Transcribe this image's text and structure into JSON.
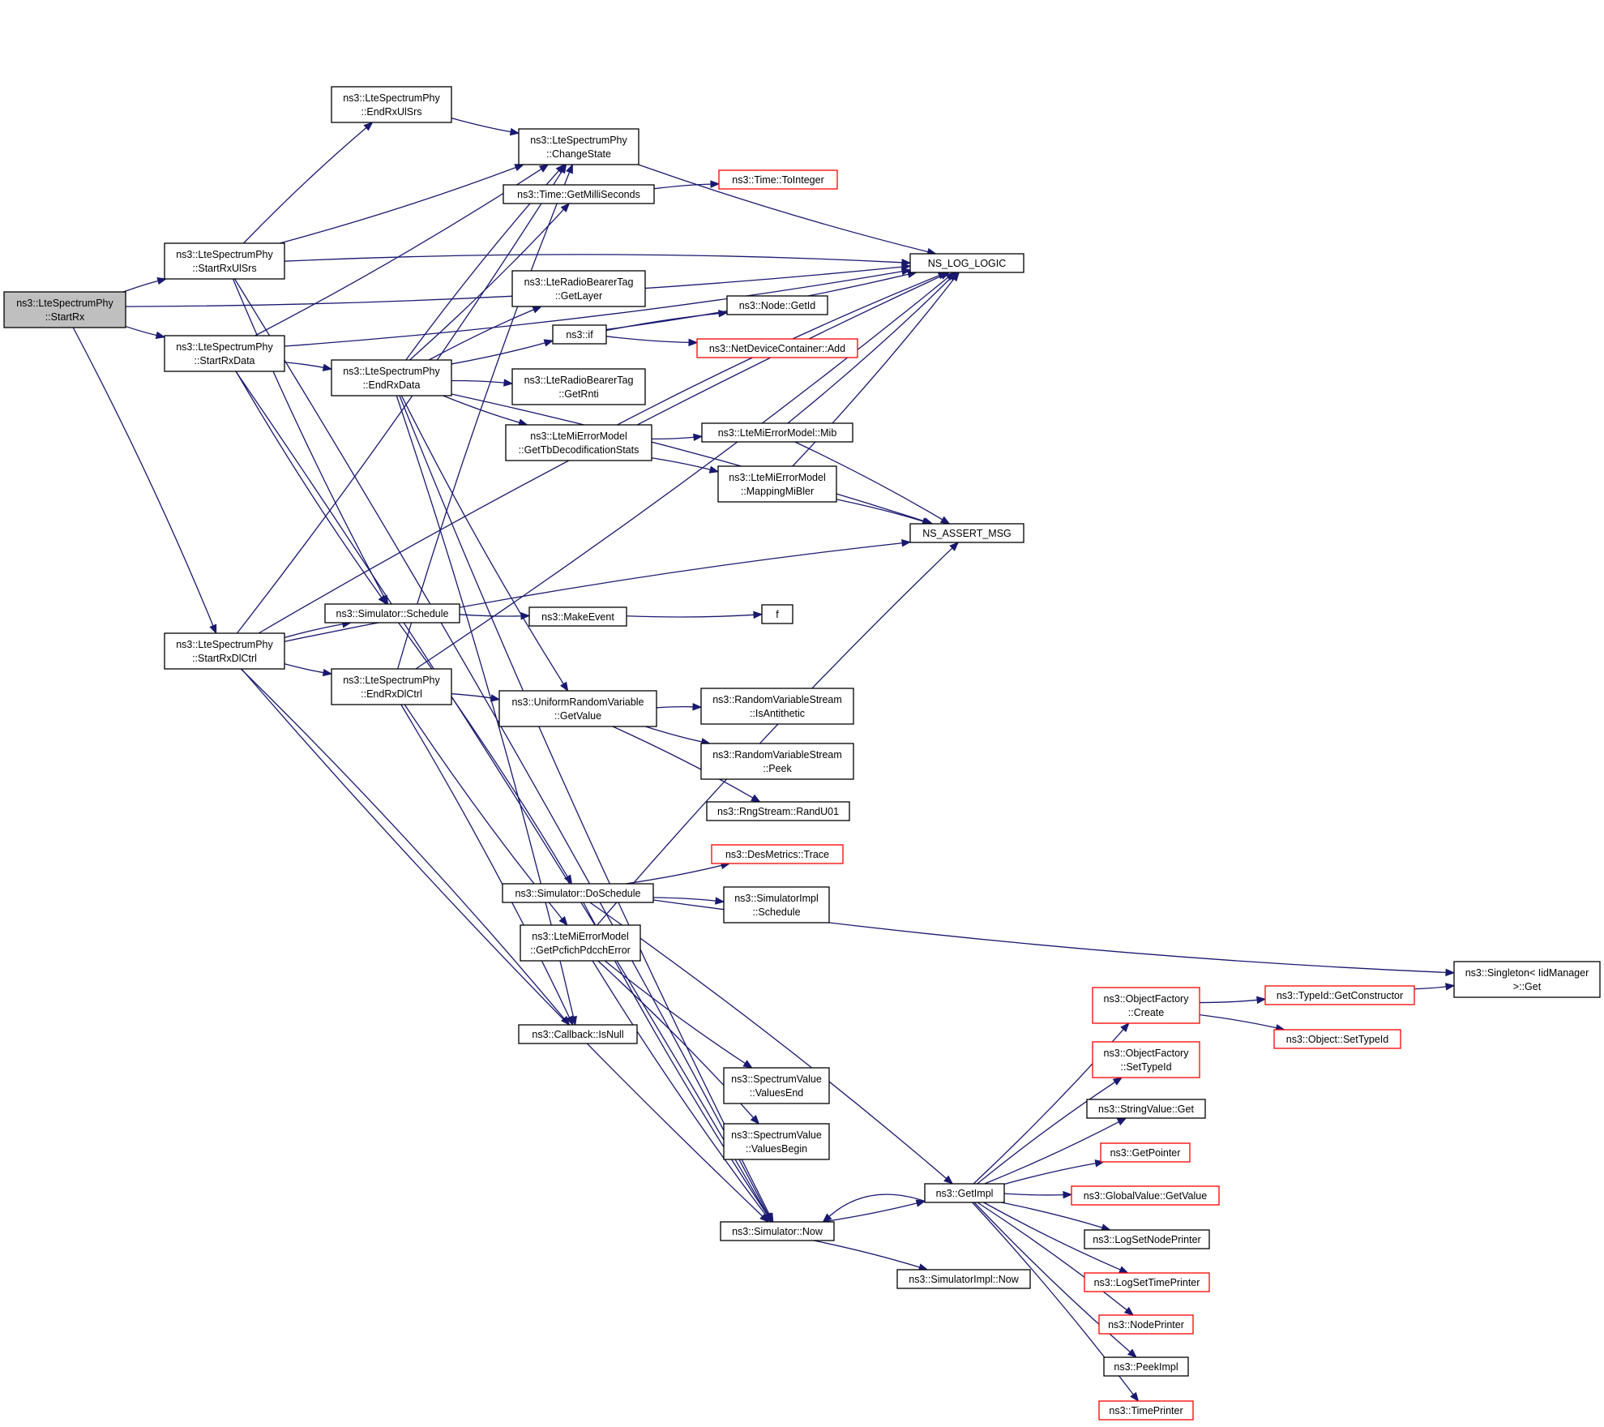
{
  "graph_kind": "call graph",
  "colors": {
    "edge": "#191970",
    "node_border": "#000000",
    "truncated_node_border": "#ff0000",
    "root_fill": "#bfbfbf",
    "node_fill": "#ffffff"
  },
  "nodes": [
    {
      "id": "StartRx",
      "lines": [
        "ns3::LteSpectrumPhy",
        "::StartRx"
      ],
      "style": "root"
    },
    {
      "id": "StartRxUlSrs",
      "lines": [
        "ns3::LteSpectrumPhy",
        "::StartRxUlSrs"
      ],
      "style": "normal"
    },
    {
      "id": "StartRxData",
      "lines": [
        "ns3::LteSpectrumPhy",
        "::StartRxData"
      ],
      "style": "normal"
    },
    {
      "id": "StartRxDlCtrl",
      "lines": [
        "ns3::LteSpectrumPhy",
        "::StartRxDlCtrl"
      ],
      "style": "normal"
    },
    {
      "id": "EndRxUlSrs",
      "lines": [
        "ns3::LteSpectrumPhy",
        "::EndRxUlSrs"
      ],
      "style": "normal"
    },
    {
      "id": "EndRxData",
      "lines": [
        "ns3::LteSpectrumPhy",
        "::EndRxData"
      ],
      "style": "normal"
    },
    {
      "id": "EndRxDlCtrl",
      "lines": [
        "ns3::LteSpectrumPhy",
        "::EndRxDlCtrl"
      ],
      "style": "normal"
    },
    {
      "id": "Schedule",
      "lines": [
        "ns3::Simulator::Schedule"
      ],
      "style": "normal"
    },
    {
      "id": "ChangeState",
      "lines": [
        "ns3::LteSpectrumPhy",
        "::ChangeState"
      ],
      "style": "normal"
    },
    {
      "id": "GetMilliSeconds",
      "lines": [
        "ns3::Time::GetMilliSeconds"
      ],
      "style": "normal"
    },
    {
      "id": "GetLayer",
      "lines": [
        "ns3::LteRadioBearerTag",
        "::GetLayer"
      ],
      "style": "normal"
    },
    {
      "id": "if",
      "lines": [
        "ns3::if"
      ],
      "style": "normal"
    },
    {
      "id": "GetRnti",
      "lines": [
        "ns3::LteRadioBearerTag",
        "::GetRnti"
      ],
      "style": "normal"
    },
    {
      "id": "GetTbDecodificationStats",
      "lines": [
        "ns3::LteMiErrorModel",
        "::GetTbDecodificationStats"
      ],
      "style": "normal"
    },
    {
      "id": "MakeEvent",
      "lines": [
        "ns3::MakeEvent"
      ],
      "style": "normal"
    },
    {
      "id": "UniformGetValue",
      "lines": [
        "ns3::UniformRandomVariable",
        "::GetValue"
      ],
      "style": "normal"
    },
    {
      "id": "DoSchedule",
      "lines": [
        "ns3::Simulator::DoSchedule"
      ],
      "style": "normal"
    },
    {
      "id": "GetPcfichPdcchError",
      "lines": [
        "ns3::LteMiErrorModel",
        "::GetPcfichPdcchError"
      ],
      "style": "normal"
    },
    {
      "id": "IsNull",
      "lines": [
        "ns3::Callback::IsNull"
      ],
      "style": "normal"
    },
    {
      "id": "ToInteger",
      "lines": [
        "ns3::Time::ToInteger"
      ],
      "style": "red"
    },
    {
      "id": "NodeGetId",
      "lines": [
        "ns3::Node::GetId"
      ],
      "style": "normal"
    },
    {
      "id": "NetDeviceAdd",
      "lines": [
        "ns3::NetDeviceContainer::Add"
      ],
      "style": "red"
    },
    {
      "id": "Mib",
      "lines": [
        "ns3::LteMiErrorModel::Mib"
      ],
      "style": "normal"
    },
    {
      "id": "MappingMiBler",
      "lines": [
        "ns3::LteMiErrorModel",
        "::MappingMiBler"
      ],
      "style": "normal"
    },
    {
      "id": "NS_LOG_LOGIC",
      "lines": [
        "NS_LOG_LOGIC"
      ],
      "style": "normal"
    },
    {
      "id": "NS_ASSERT_MSG",
      "lines": [
        "NS_ASSERT_MSG"
      ],
      "style": "normal"
    },
    {
      "id": "f",
      "lines": [
        "f"
      ],
      "style": "normal"
    },
    {
      "id": "IsAntithetic",
      "lines": [
        "ns3::RandomVariableStream",
        "::IsAntithetic"
      ],
      "style": "normal"
    },
    {
      "id": "Peek",
      "lines": [
        "ns3::RandomVariableStream",
        "::Peek"
      ],
      "style": "normal"
    },
    {
      "id": "RandU01",
      "lines": [
        "ns3::RngStream::RandU01"
      ],
      "style": "normal"
    },
    {
      "id": "DesMetricsTrace",
      "lines": [
        "ns3::DesMetrics::Trace"
      ],
      "style": "red"
    },
    {
      "id": "SimImplSchedule",
      "lines": [
        "ns3::SimulatorImpl",
        "::Schedule"
      ],
      "style": "normal"
    },
    {
      "id": "ValuesEnd",
      "lines": [
        "ns3::SpectrumValue",
        "::ValuesEnd"
      ],
      "style": "normal"
    },
    {
      "id": "ValuesBegin",
      "lines": [
        "ns3::SpectrumValue",
        "::ValuesBegin"
      ],
      "style": "normal"
    },
    {
      "id": "SimNow",
      "lines": [
        "ns3::Simulator::Now"
      ],
      "style": "normal"
    },
    {
      "id": "SimImplNow",
      "lines": [
        "ns3::SimulatorImpl::Now"
      ],
      "style": "normal"
    },
    {
      "id": "GetImpl",
      "lines": [
        "ns3::GetImpl"
      ],
      "style": "normal"
    },
    {
      "id": "ObjFactoryCreate",
      "lines": [
        "ns3::ObjectFactory",
        "::Create"
      ],
      "style": "red"
    },
    {
      "id": "ObjFactorySetTypeId",
      "lines": [
        "ns3::ObjectFactory",
        "::SetTypeId"
      ],
      "style": "red"
    },
    {
      "id": "StringValueGet",
      "lines": [
        "ns3::StringValue::Get"
      ],
      "style": "normal"
    },
    {
      "id": "GetPointer",
      "lines": [
        "ns3::GetPointer"
      ],
      "style": "red"
    },
    {
      "id": "GlobalValueGetValue",
      "lines": [
        "ns3::GlobalValue::GetValue"
      ],
      "style": "red"
    },
    {
      "id": "LogSetNodePrinter",
      "lines": [
        "ns3::LogSetNodePrinter"
      ],
      "style": "normal"
    },
    {
      "id": "LogSetTimePrinter",
      "lines": [
        "ns3::LogSetTimePrinter"
      ],
      "style": "red"
    },
    {
      "id": "NodePrinter",
      "lines": [
        "ns3::NodePrinter"
      ],
      "style": "red"
    },
    {
      "id": "PeekImpl",
      "lines": [
        "ns3::PeekImpl"
      ],
      "style": "normal"
    },
    {
      "id": "TimePrinter",
      "lines": [
        "ns3::TimePrinter"
      ],
      "style": "red"
    },
    {
      "id": "TypeIdGetConstructor",
      "lines": [
        "ns3::TypeId::GetConstructor"
      ],
      "style": "red"
    },
    {
      "id": "ObjectSetTypeId",
      "lines": [
        "ns3::Object::SetTypeId"
      ],
      "style": "red"
    },
    {
      "id": "SingletonGet",
      "lines": [
        "ns3::Singleton< IidManager",
        " >::Get"
      ],
      "style": "normal"
    }
  ],
  "edges": [
    [
      "StartRx",
      "StartRxUlSrs"
    ],
    [
      "StartRx",
      "StartRxData"
    ],
    [
      "StartRx",
      "StartRxDlCtrl"
    ],
    [
      "StartRx",
      "NS_LOG_LOGIC"
    ],
    [
      "StartRxUlSrs",
      "EndRxUlSrs"
    ],
    [
      "StartRxUlSrs",
      "ChangeState"
    ],
    [
      "StartRxUlSrs",
      "NS_LOG_LOGIC"
    ],
    [
      "StartRxUlSrs",
      "Schedule"
    ],
    [
      "StartRxUlSrs",
      "SimNow"
    ],
    [
      "StartRxData",
      "ChangeState"
    ],
    [
      "StartRxData",
      "EndRxData"
    ],
    [
      "StartRxData",
      "Schedule"
    ],
    [
      "StartRxData",
      "SimNow"
    ],
    [
      "StartRxData",
      "NS_LOG_LOGIC"
    ],
    [
      "StartRxDlCtrl",
      "Schedule"
    ],
    [
      "StartRxDlCtrl",
      "EndRxDlCtrl"
    ],
    [
      "StartRxDlCtrl",
      "NS_LOG_LOGIC"
    ],
    [
      "StartRxDlCtrl",
      "ChangeState"
    ],
    [
      "StartRxDlCtrl",
      "IsNull"
    ],
    [
      "StartRxDlCtrl",
      "SimNow"
    ],
    [
      "StartRxDlCtrl",
      "NS_ASSERT_MSG"
    ],
    [
      "EndRxUlSrs",
      "ChangeState"
    ],
    [
      "EndRxData",
      "ChangeState"
    ],
    [
      "EndRxData",
      "GetMilliSeconds"
    ],
    [
      "EndRxData",
      "GetLayer"
    ],
    [
      "EndRxData",
      "if"
    ],
    [
      "EndRxData",
      "GetRnti"
    ],
    [
      "EndRxData",
      "GetTbDecodificationStats"
    ],
    [
      "EndRxData",
      "NS_ASSERT_MSG"
    ],
    [
      "EndRxData",
      "UniformGetValue"
    ],
    [
      "EndRxData",
      "IsNull"
    ],
    [
      "EndRxData",
      "SimNow"
    ],
    [
      "EndRxDlCtrl",
      "ChangeState"
    ],
    [
      "EndRxDlCtrl",
      "NS_LOG_LOGIC"
    ],
    [
      "EndRxDlCtrl",
      "UniformGetValue"
    ],
    [
      "EndRxDlCtrl",
      "GetPcfichPdcchError"
    ],
    [
      "EndRxDlCtrl",
      "IsNull"
    ],
    [
      "ChangeState",
      "NS_LOG_LOGIC"
    ],
    [
      "GetMilliSeconds",
      "ToInteger"
    ],
    [
      "if",
      "NS_LOG_LOGIC"
    ],
    [
      "if",
      "NodeGetId"
    ],
    [
      "if",
      "NetDeviceAdd"
    ],
    [
      "GetTbDecodificationStats",
      "NS_LOG_LOGIC"
    ],
    [
      "GetTbDecodificationStats",
      "Mib"
    ],
    [
      "GetTbDecodificationStats",
      "MappingMiBler"
    ],
    [
      "Mib",
      "NS_LOG_LOGIC"
    ],
    [
      "Mib",
      "NS_ASSERT_MSG"
    ],
    [
      "MappingMiBler",
      "NS_LOG_LOGIC"
    ],
    [
      "MappingMiBler",
      "NS_ASSERT_MSG"
    ],
    [
      "Schedule",
      "MakeEvent"
    ],
    [
      "Schedule",
      "DoSchedule"
    ],
    [
      "MakeEvent",
      "f"
    ],
    [
      "UniformGetValue",
      "IsAntithetic"
    ],
    [
      "UniformGetValue",
      "Peek"
    ],
    [
      "UniformGetValue",
      "RandU01"
    ],
    [
      "DoSchedule",
      "DesMetricsTrace"
    ],
    [
      "DoSchedule",
      "SimImplSchedule"
    ],
    [
      "DoSchedule",
      "SingletonGet"
    ],
    [
      "DoSchedule",
      "GetImpl"
    ],
    [
      "DoSchedule",
      "SimNow"
    ],
    [
      "GetPcfichPdcchError",
      "NS_ASSERT_MSG"
    ],
    [
      "GetPcfichPdcchError",
      "ValuesEnd"
    ],
    [
      "GetPcfichPdcchError",
      "ValuesBegin"
    ],
    [
      "GetPcfichPdcchError",
      "SimNow"
    ],
    [
      "SimNow",
      "SimImplNow"
    ],
    [
      "SimNow",
      "GetImpl"
    ],
    [
      "GetImpl",
      "SimNow"
    ],
    [
      "GetImpl",
      "ObjFactoryCreate"
    ],
    [
      "GetImpl",
      "ObjFactorySetTypeId"
    ],
    [
      "GetImpl",
      "StringValueGet"
    ],
    [
      "GetImpl",
      "GetPointer"
    ],
    [
      "GetImpl",
      "GlobalValueGetValue"
    ],
    [
      "GetImpl",
      "LogSetNodePrinter"
    ],
    [
      "GetImpl",
      "LogSetTimePrinter"
    ],
    [
      "GetImpl",
      "NodePrinter"
    ],
    [
      "GetImpl",
      "PeekImpl"
    ],
    [
      "GetImpl",
      "TimePrinter"
    ],
    [
      "ObjFactoryCreate",
      "TypeIdGetConstructor"
    ],
    [
      "ObjFactoryCreate",
      "ObjectSetTypeId"
    ],
    [
      "TypeIdGetConstructor",
      "SingletonGet"
    ]
  ]
}
